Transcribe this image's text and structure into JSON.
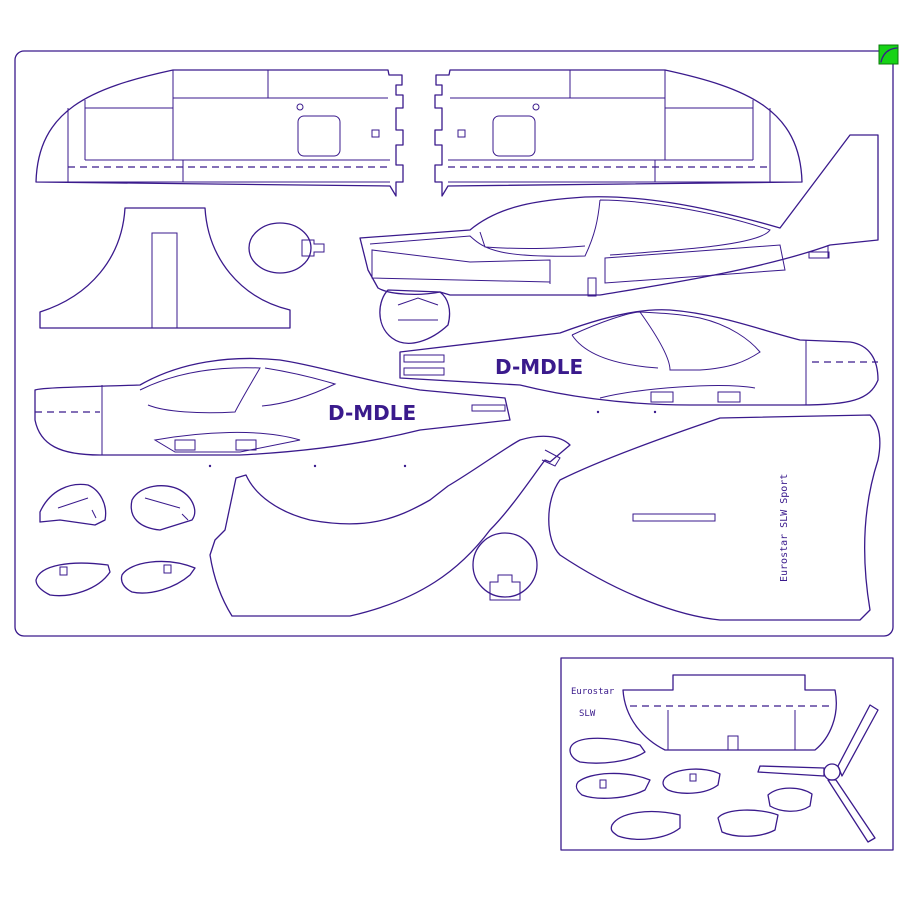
{
  "colors": {
    "cut_line": "#3a1a8c",
    "marker": "#16d316",
    "marker_outline": "#0a7a0a",
    "background": "#ffffff"
  },
  "main_sheet": {
    "registration_text_right_fuselage": "D-MDLE",
    "registration_text_left_fuselage": "D-MDLE",
    "wing_part_label": "Eurostar SLW Sport"
  },
  "small_sheet": {
    "label_line_1": "Eurostar",
    "label_line_2": "SLW"
  },
  "icons": {
    "corner_marker": "corner-marker-icon"
  }
}
